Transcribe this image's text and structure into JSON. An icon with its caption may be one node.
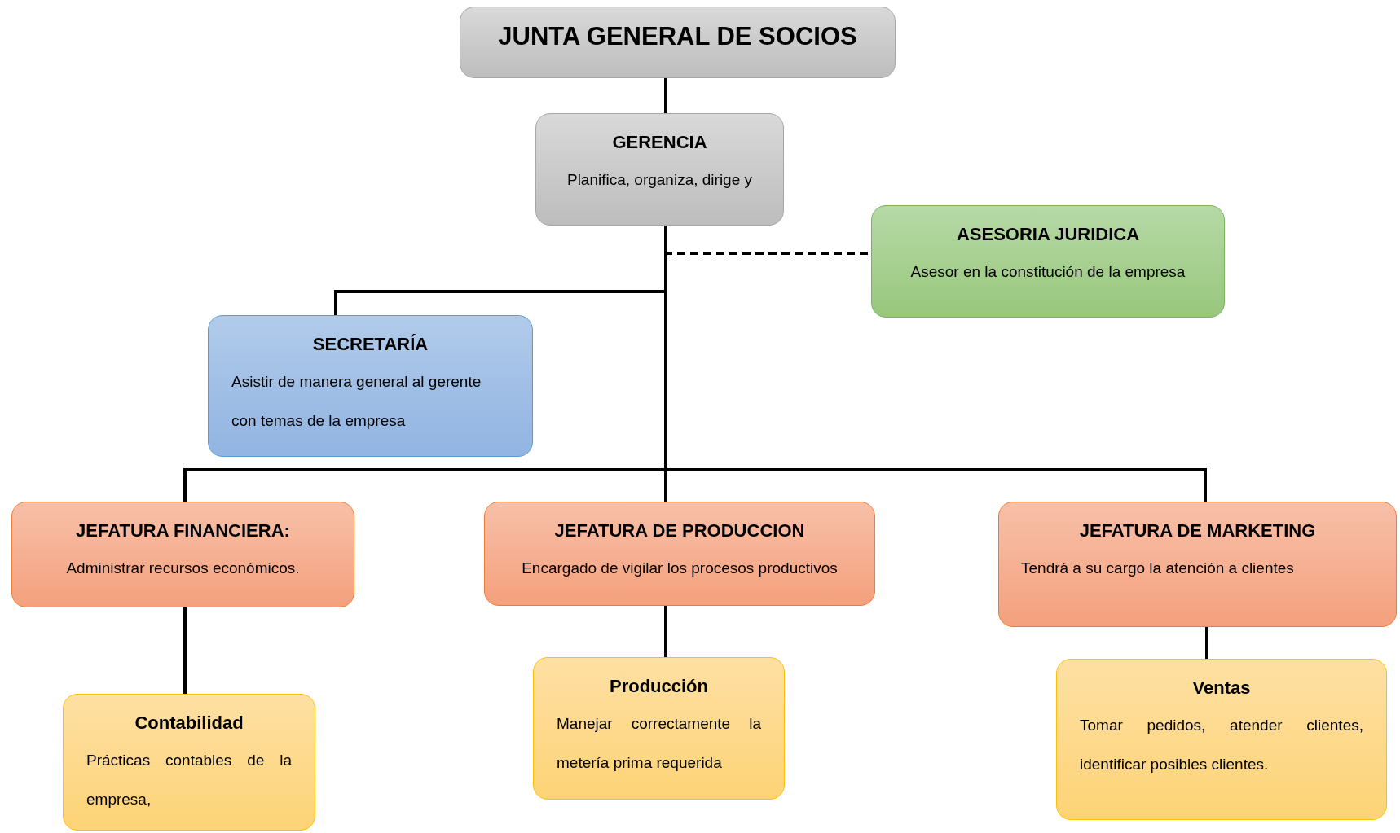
{
  "diagram": {
    "nodes": [
      {
        "text": [
          "JUNTA GENERAL DE SOCIOS"
        ]
      },
      {
        "text": [
          "GERENCIA",
          "Planifica, organiza, dirige y"
        ]
      },
      {
        "text": [
          "ASESORIA JURIDICA",
          "Asesor en la constitución de la empresa"
        ]
      },
      {
        "text": [
          "SECRETARÍA",
          "Asistir de manera general al gerente con temas de la empresa"
        ]
      },
      {
        "text": [
          "JEFATURA FINANCIERA:",
          "Administrar recursos económicos."
        ]
      },
      {
        "text": [
          "JEFATURA DE PRODUCCION",
          "Encargado de vigilar los procesos productivos"
        ]
      },
      {
        "text": [
          "JEFATURA DE MARKETING",
          "Tendrá a su cargo la atención a clientes"
        ]
      },
      {
        "text": [
          "Contabilidad",
          "Prácticas contables de la empresa,"
        ]
      },
      {
        "text": [
          "Producción",
          "Manejar correctamente la metería prima requerida"
        ]
      },
      {
        "text": [
          "Ventas",
          "Tomar pedidos, atender clientes, identificar posibles clientes."
        ]
      }
    ],
    "edges": [
      {
        "from": 0,
        "to": 1,
        "arrow": "none"
      },
      {
        "from": 1,
        "to": 2,
        "arrow": "none",
        "style": "dashed"
      },
      {
        "from": 1,
        "to": 3,
        "arrow": "none"
      },
      {
        "from": 1,
        "to": 4,
        "arrow": "none"
      },
      {
        "from": 1,
        "to": 5,
        "arrow": "none"
      },
      {
        "from": 1,
        "to": 6,
        "arrow": "none"
      },
      {
        "from": 4,
        "to": 7,
        "arrow": "none"
      },
      {
        "from": 5,
        "to": 8,
        "arrow": "none"
      },
      {
        "from": 6,
        "to": 9,
        "arrow": "none"
      }
    ]
  }
}
